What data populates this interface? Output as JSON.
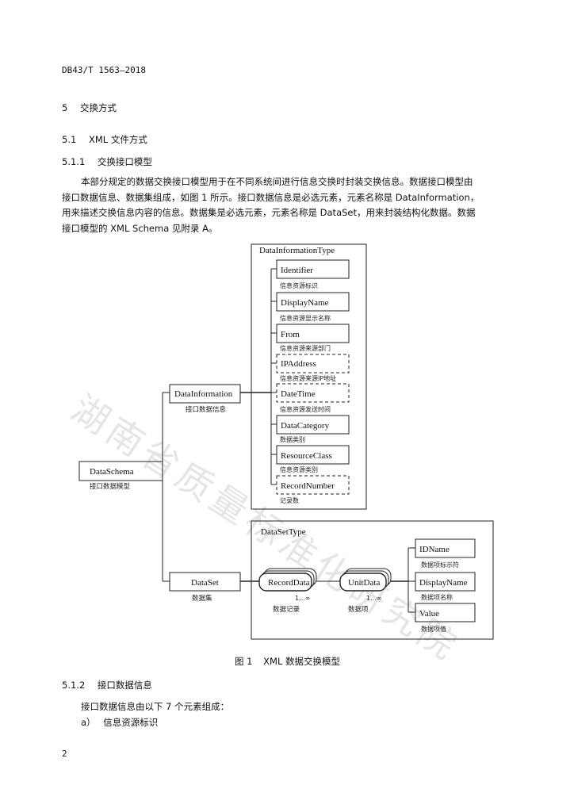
{
  "header": {
    "doc_code": "DB43/T 1563—2018"
  },
  "section5": {
    "num": "5",
    "title": "交换方式"
  },
  "section51": {
    "num": "5.1",
    "title": "XML 文件方式"
  },
  "section511": {
    "num": "5.1.1",
    "title": "交换接口模型"
  },
  "paragraph": [
    "本部分规定的数据交换接口模型用于在不同系统间进行信息交换时封装交换信息。数据接口模型由",
    "接口数据信息、数据集组成，如图 1 所示。接口数据信息是必选元素，元素名称是 DataInformation，",
    "用来描述交换信息内容的信息。数据集是必选元素，元素名称是 DataSet，用来封装结构化数据。数据",
    "接口模型的 XML Schema 见附录 A。"
  ],
  "diagram": {
    "root": {
      "label": "DataSchema",
      "sub": "接口数据模型"
    },
    "info": {
      "label": "DataInformation",
      "sub": "接口数据信息"
    },
    "info_type": "DataInformationType",
    "info_items": [
      {
        "label": "Identifier",
        "sub": "信息资源标识",
        "optional": false
      },
      {
        "label": "DisplayName",
        "sub": "信息资源显示名称",
        "optional": false
      },
      {
        "label": "From",
        "sub": "信息资源来源部门",
        "optional": false
      },
      {
        "label": "IPAddress",
        "sub": "信息资源来源IP地址",
        "optional": true
      },
      {
        "label": "DateTime",
        "sub": "信息资源发送时间",
        "optional": true
      },
      {
        "label": "DataCategory",
        "sub": "数据类别",
        "optional": false
      },
      {
        "label": "ResourceClass",
        "sub": "信息资源类别",
        "optional": false
      },
      {
        "label": "RecordNumber",
        "sub": "记录数",
        "optional": true
      }
    ],
    "dataset": {
      "label": "DataSet",
      "sub": "数据集"
    },
    "dataset_type": "DataSetType",
    "record": {
      "label": "RecordData",
      "sub": "数据记录",
      "mult": "1...∞"
    },
    "unit": {
      "label": "UnitData",
      "sub": "数据项",
      "mult": "1...∞"
    },
    "unit_items": [
      {
        "label": "IDName",
        "sub": "数据项标示符"
      },
      {
        "label": "DisplayName",
        "sub": "数据项名称"
      },
      {
        "label": "Value",
        "sub": "数据项值"
      }
    ]
  },
  "figure_caption": {
    "num": "图 1",
    "title": "XML 数据交换模型"
  },
  "section512": {
    "num": "5.1.2",
    "title": "接口数据信息"
  },
  "para2": "接口数据信息由以下 7 个元素组成：",
  "list_a": {
    "marker": "a）",
    "text": "信息资源标识"
  },
  "page_number": "2",
  "watermark": "湖南省质量标准化研究院"
}
